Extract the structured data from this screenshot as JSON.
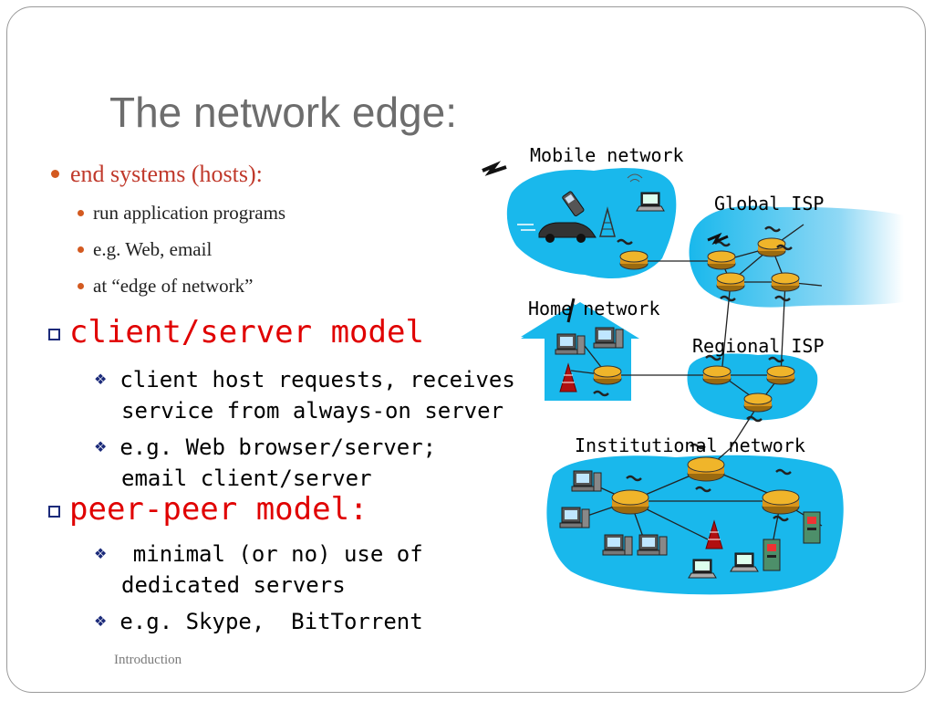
{
  "slide": {
    "title": "The network edge:",
    "bullets": {
      "heading": "end systems (hosts):",
      "items": [
        "run application programs",
        "e.g. Web, email",
        "at “edge of network”"
      ]
    },
    "client_server": {
      "heading": "client/server model",
      "items": [
        [
          "client host requests, receives",
          "service from always-on server"
        ],
        [
          "e.g. Web browser/server;",
          "email client/server"
        ]
      ]
    },
    "peer_peer": {
      "heading": "peer-peer model:",
      "items": [
        [
          " minimal (or no) use of",
          "dedicated servers"
        ],
        [
          "e.g. Skype,  BitTorrent"
        ]
      ]
    },
    "footer": "Introduction"
  },
  "diagram": {
    "labels": {
      "mobile": "Mobile network",
      "global": "Global ISP",
      "home": "Home network",
      "regional": "Regional ISP",
      "institutional": "Institutional network"
    },
    "colors": {
      "cloud": "#19b8ec",
      "router": "#e6a420",
      "accent_red": "#e00000",
      "bullet_orange": "#d35a20"
    }
  }
}
